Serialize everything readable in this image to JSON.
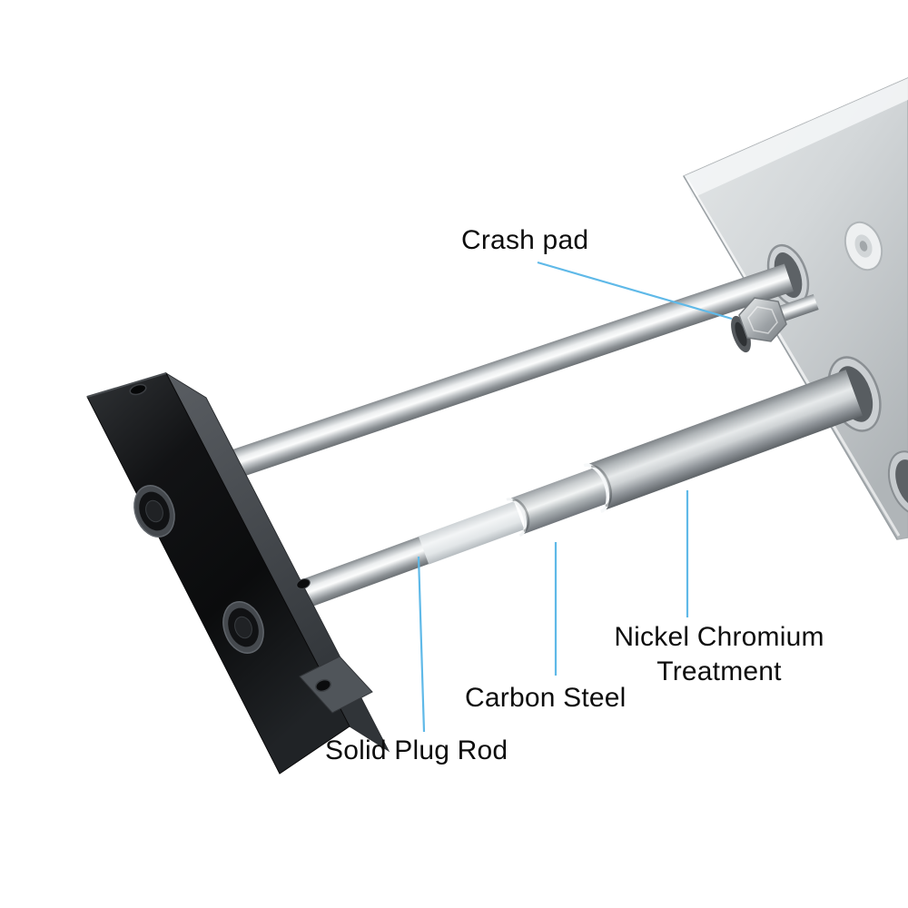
{
  "labels": {
    "crash_pad": "Crash pad",
    "carbon_steel": "Carbon Steel",
    "nickel_chromium_line1": "Nickel Chromium",
    "nickel_chromium_line2": "Treatment",
    "solid_plug_rod": "Solid Plug Rod"
  },
  "colors": {
    "background": "#ffffff",
    "label_text": "#0d0d0d",
    "leader_line": "#5fb9e8"
  }
}
